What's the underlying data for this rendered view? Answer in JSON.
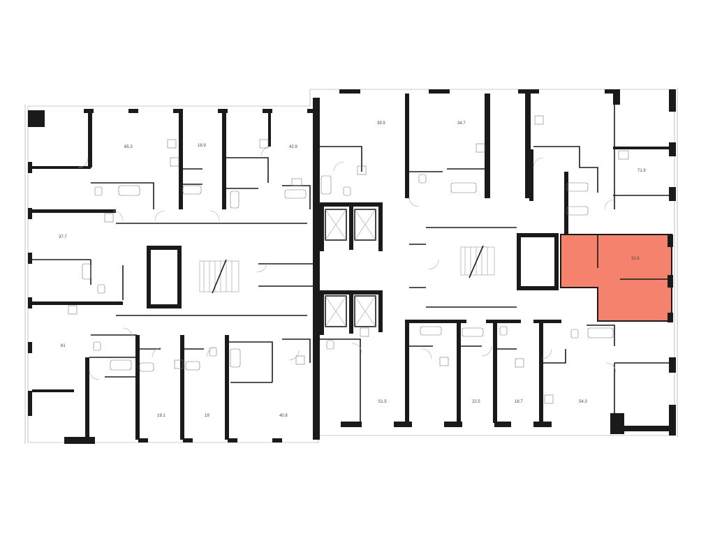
{
  "floor_plan": {
    "highlight_color": "#f4826c",
    "wall_color": "#1a1a1a",
    "apartments": [
      {
        "id": "apt-65-3",
        "area": "65.3",
        "highlighted": false
      },
      {
        "id": "apt-18-9",
        "area": "18.9",
        "highlighted": false
      },
      {
        "id": "apt-42-9",
        "area": "42.9",
        "highlighted": false
      },
      {
        "id": "apt-39-9",
        "area": "39.9",
        "highlighted": false
      },
      {
        "id": "apt-34-7",
        "area": "34.7",
        "highlighted": false
      },
      {
        "id": "apt-71-9",
        "area": "71.9",
        "highlighted": false
      },
      {
        "id": "apt-37-7",
        "area": "37.7",
        "highlighted": false
      },
      {
        "id": "apt-32-6",
        "area": "32.6",
        "highlighted": true
      },
      {
        "id": "apt-61",
        "area": "61",
        "highlighted": false
      },
      {
        "id": "apt-19-1",
        "area": "19.1",
        "highlighted": false
      },
      {
        "id": "apt-19",
        "area": "19",
        "highlighted": false
      },
      {
        "id": "apt-40-8",
        "area": "40.8",
        "highlighted": false
      },
      {
        "id": "apt-51-5",
        "area": "51.5",
        "highlighted": false
      },
      {
        "id": "apt-22-5",
        "area": "22.5",
        "highlighted": false
      },
      {
        "id": "apt-18-7",
        "area": "18.7",
        "highlighted": false
      },
      {
        "id": "apt-54-3",
        "area": "54.3",
        "highlighted": false
      }
    ]
  }
}
